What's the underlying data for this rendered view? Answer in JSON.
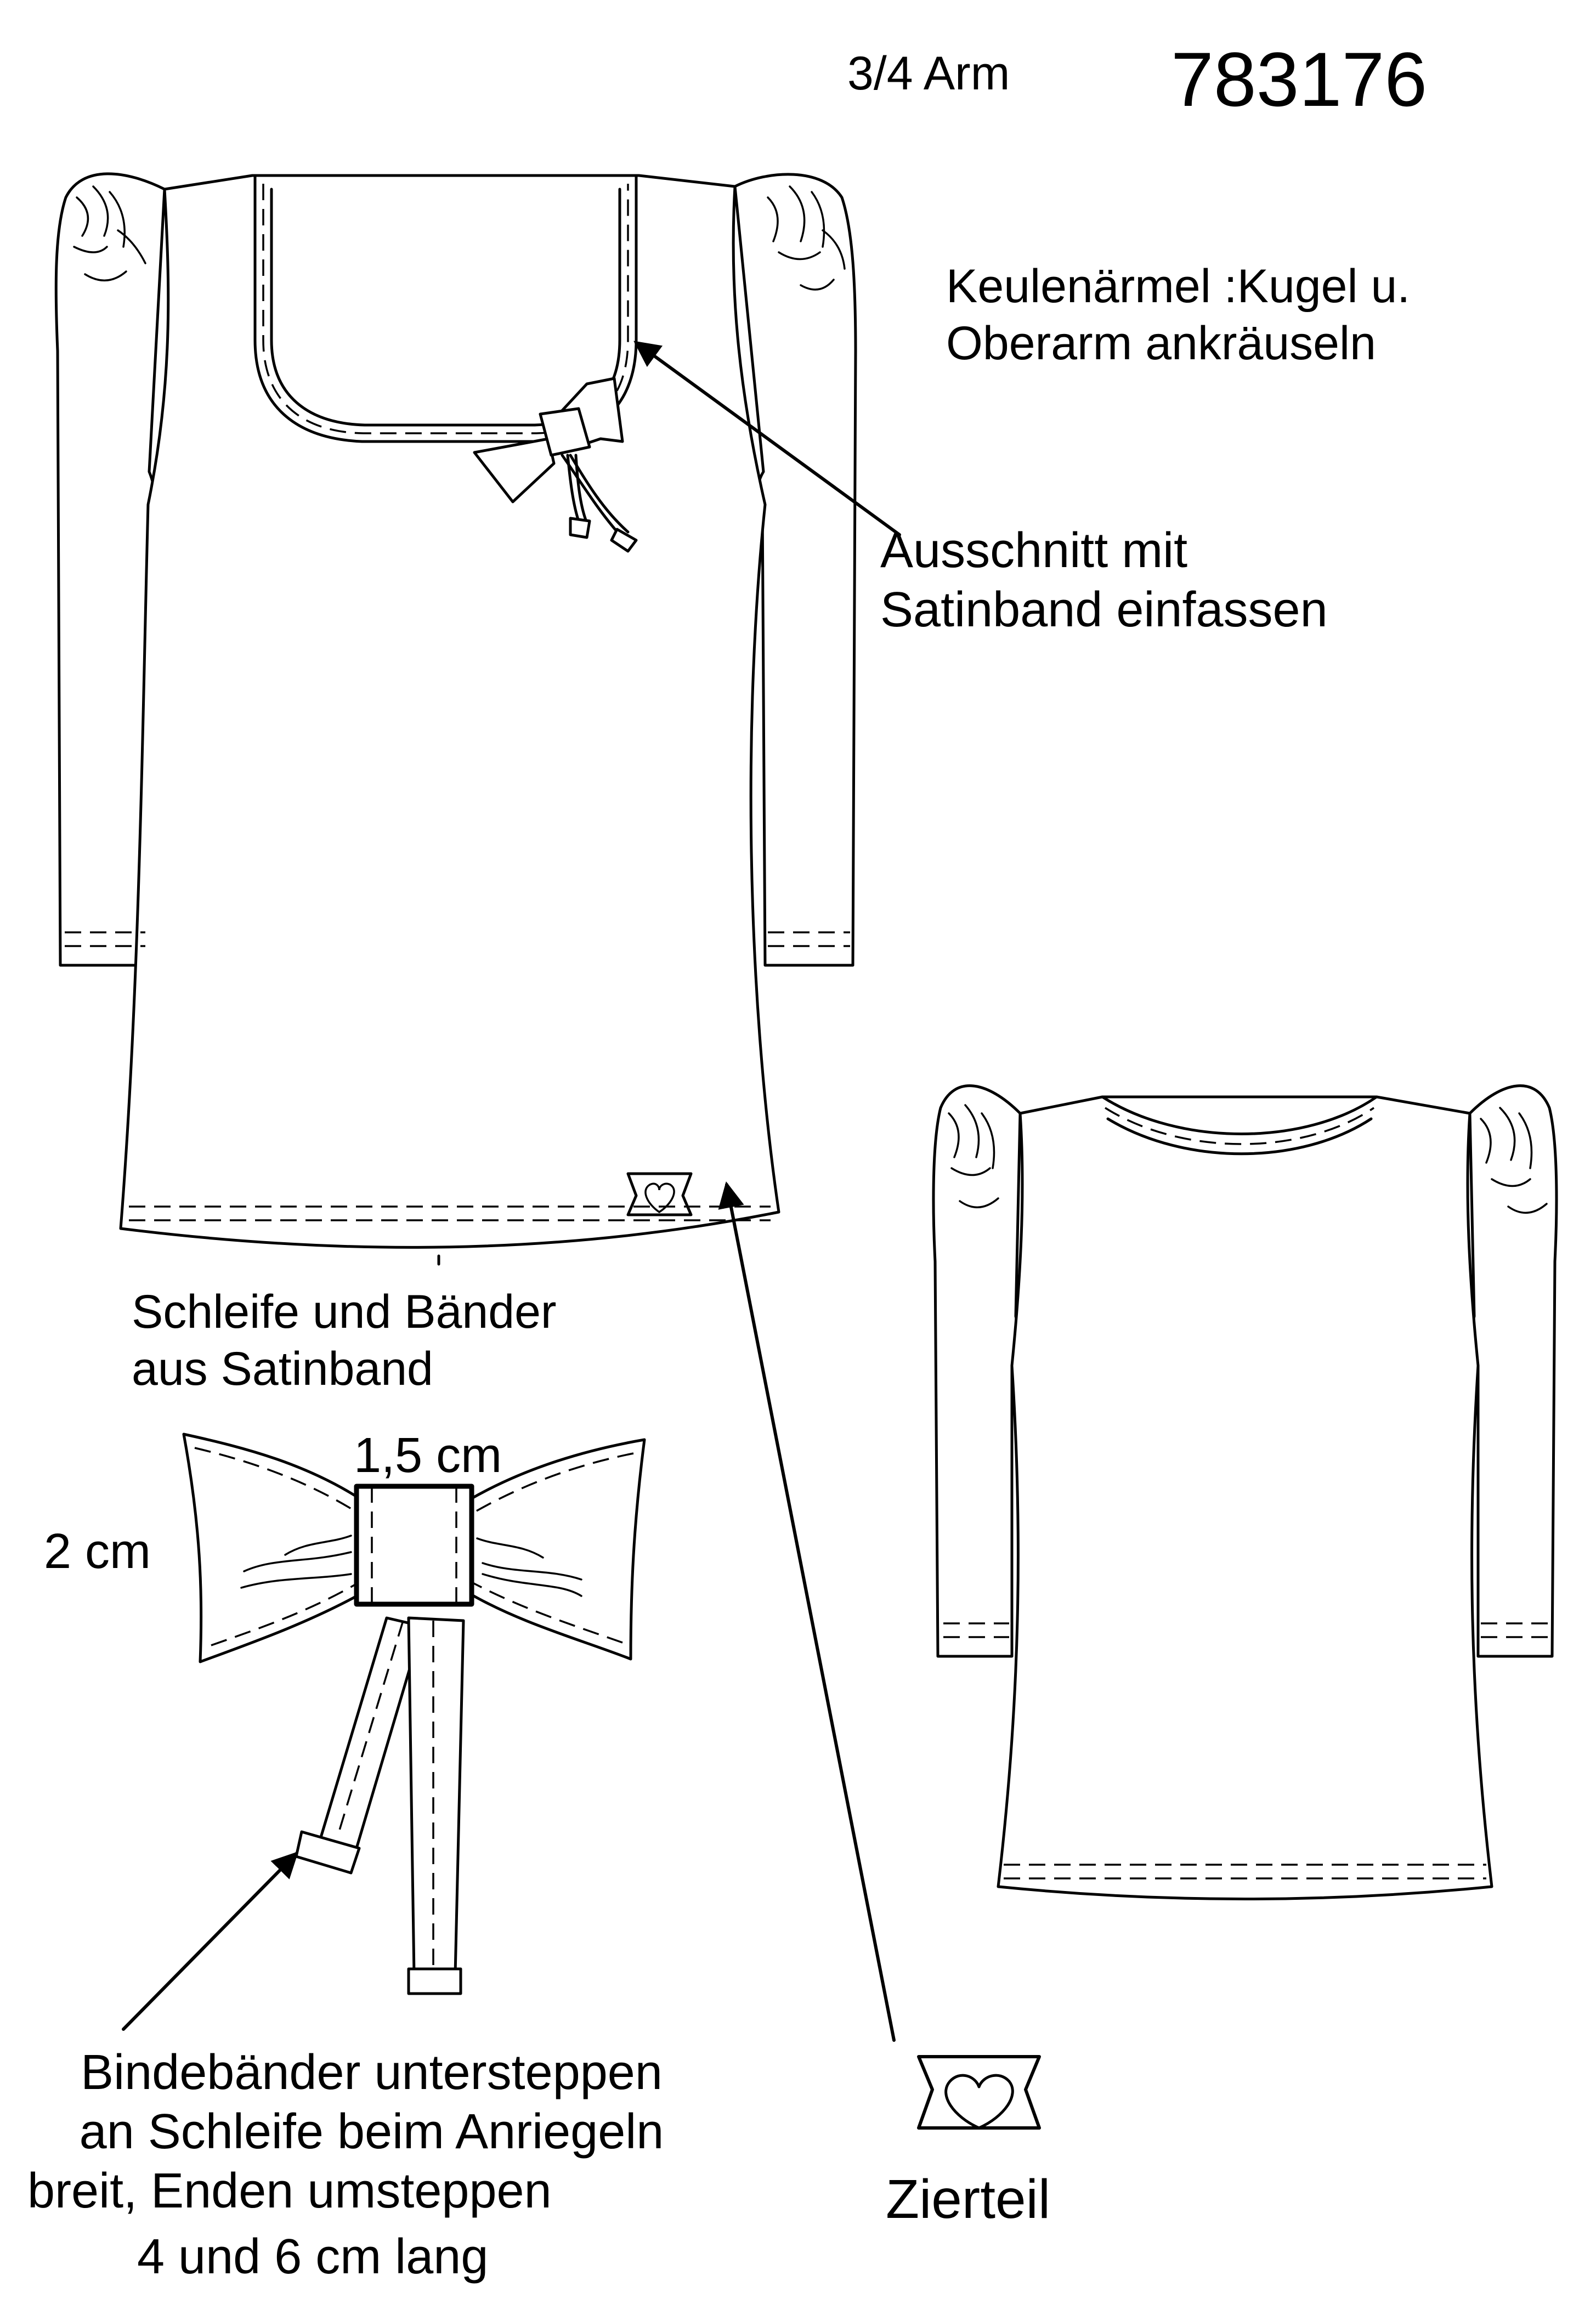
{
  "header": {
    "sleeve_note": "3/4 Arm",
    "model_number": "783176"
  },
  "notes": {
    "sleeve": [
      "Keulenärmel :Kugel u.",
      "Oberarm ankräuseln"
    ],
    "neckline": [
      "Ausschnitt mit",
      "Satinband einfassen"
    ],
    "bow_material": [
      "Schleife und Bänder",
      "aus Satinband"
    ],
    "ties": [
      "Bindebänder untersteppen",
      "an Schleife beim Anriegeln",
      "breit, Enden umsteppen",
      "4 und 6 cm lang"
    ]
  },
  "dimensions": {
    "width": "1,5 cm",
    "height": "2 cm"
  },
  "ornament": {
    "label": "Zierteil",
    "fill_color": "#d4d4d4"
  },
  "colors": {
    "line": "#000000",
    "background": "#ffffff"
  }
}
